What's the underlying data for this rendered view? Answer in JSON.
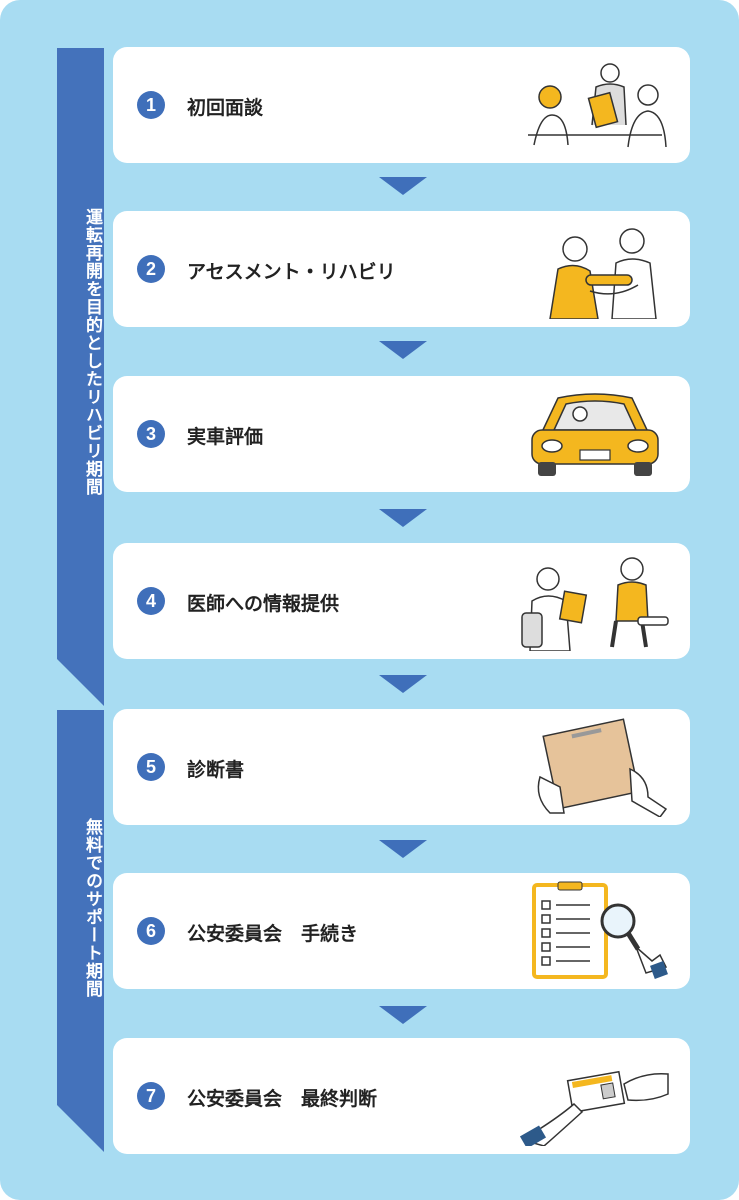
{
  "phases": [
    {
      "label": "運転再開を目的としたリハビリ期間"
    },
    {
      "label": "無料でのサポート期間"
    }
  ],
  "steps": [
    {
      "number": "1",
      "label": "初回面談",
      "icon": "consultation-illustration"
    },
    {
      "number": "2",
      "label": "アセスメント・リハビリ",
      "icon": "rehabilitation-illustration"
    },
    {
      "number": "3",
      "label": "実車評価",
      "icon": "car-illustration"
    },
    {
      "number": "4",
      "label": "医師への情報提供",
      "icon": "doctor-illustration"
    },
    {
      "number": "5",
      "label": "診断書",
      "icon": "envelope-illustration"
    },
    {
      "number": "6",
      "label": "公安委員会　手続き",
      "icon": "checklist-magnifier-illustration"
    },
    {
      "number": "7",
      "label": "公安委員会　最終判断",
      "icon": "license-handover-illustration"
    }
  ],
  "colors": {
    "background": "#a8dcf2",
    "accent": "#4472bb",
    "card": "#ffffff",
    "illustration": "#f4b71f"
  }
}
